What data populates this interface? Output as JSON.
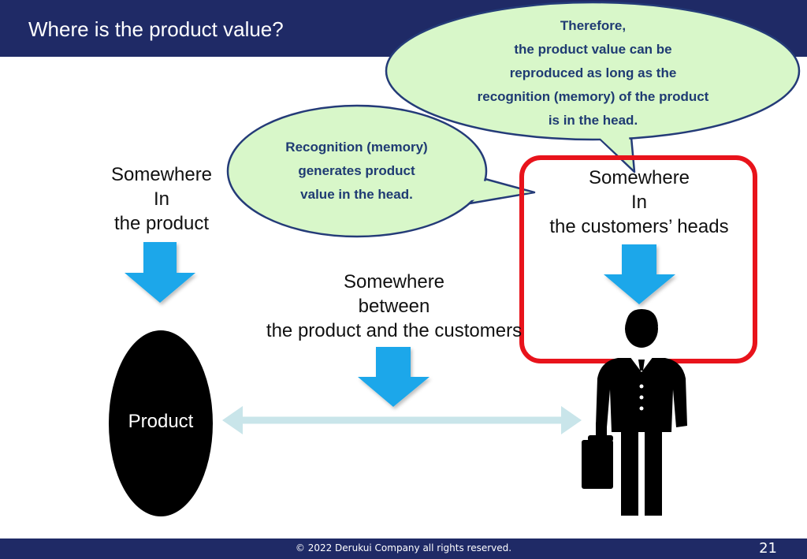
{
  "slide": {
    "title": "Where is the product value?",
    "copyright": "© 2022 Derukui Company all rights reserved.",
    "page_number": "21"
  },
  "labels": {
    "product_side": [
      "Somewhere",
      "In",
      "the product"
    ],
    "between": [
      "Somewhere",
      "between",
      "the product and the customers"
    ],
    "customer_side": [
      "Somewhere",
      "In",
      "the customers’ heads"
    ]
  },
  "product_node": {
    "label": "Product"
  },
  "bubbles": {
    "recognition": [
      "Recognition (memory)",
      "generates product",
      "value in the head."
    ],
    "therefore": [
      "Therefore,",
      "the product value can be",
      "reproduced as long as the",
      "recognition (memory) of the product",
      "is in the head."
    ]
  },
  "icons": {
    "arrows": "down-arrow-icon",
    "connector": "double-headed-arrow-icon",
    "customer": "businessman-with-briefcase-icon"
  },
  "colors": {
    "header_footer": "#1f2a66",
    "arrow_blue": "#1aa7ea",
    "connector": "#c9e5ea",
    "bubble_fill": "#d8f7c9",
    "bubble_stroke": "#243b78",
    "highlight_red": "#e8131b"
  }
}
